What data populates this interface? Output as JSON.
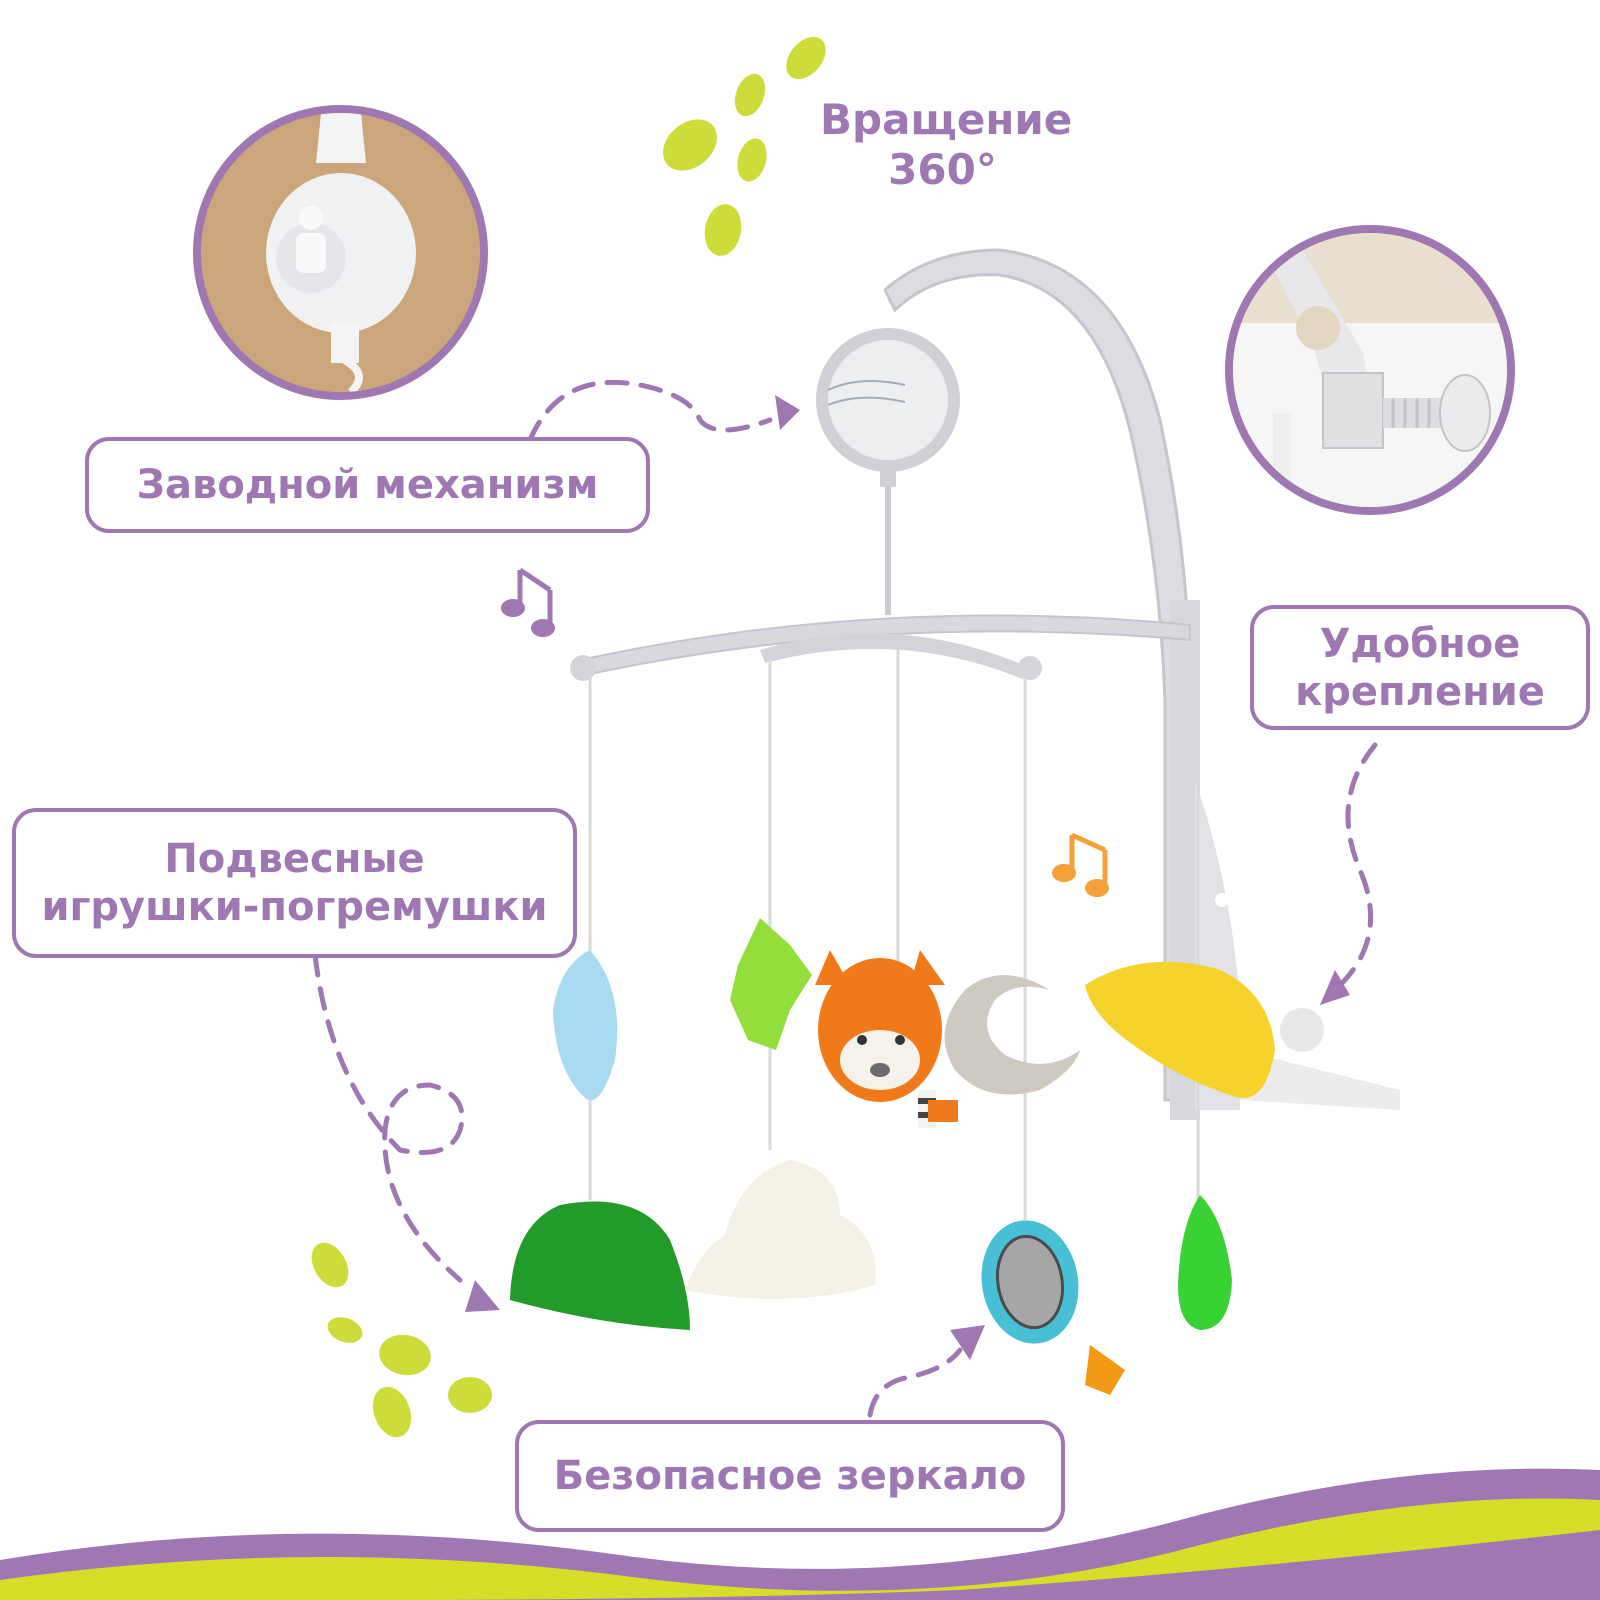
{
  "labels": {
    "rotation": "Вращение\n360°",
    "winding": "Заводной механизм",
    "mount": "Удобное\nкрепление",
    "toys": "Подвесные\nигрушки-погремушки",
    "mirror": "Безопасное зеркало"
  },
  "colors": {
    "accent_purple": "#9f77b3",
    "lime": "#cddc3a",
    "music_orange": "#f5a13a"
  },
  "icons": [
    "music-note-icon",
    "drop-icon",
    "arrow-icon"
  ]
}
